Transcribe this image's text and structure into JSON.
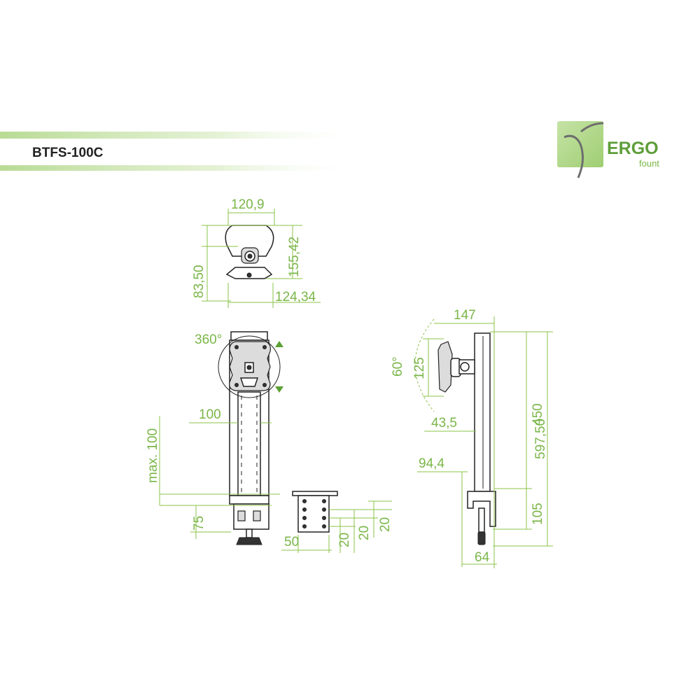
{
  "header": {
    "title": "BTFS-100C"
  },
  "logo": {
    "main": "ERGO",
    "sub": "fount",
    "icon": "ergo-swoosh-icon"
  },
  "colors": {
    "accent": "#7ab648",
    "line": "#8bc34a",
    "ink": "#222222"
  },
  "dimensions": {
    "head_width": "120,9",
    "head_height": "155,42",
    "head_depth": "83,50",
    "base_width": "124,34",
    "rotation": "360°",
    "plate": "100",
    "height_adjust": "max. 100",
    "clamp_75": "75",
    "grommet_50": "50",
    "grommet_20a": "20",
    "grommet_20b": "20",
    "grommet_20c": "20",
    "side_147": "147",
    "tilt": "60°",
    "side_125": "125",
    "side_43_5": "43,5",
    "side_94_4": "94,4",
    "side_450": "450",
    "side_597_50": "597,50",
    "side_105": "105",
    "side_64": "64"
  }
}
